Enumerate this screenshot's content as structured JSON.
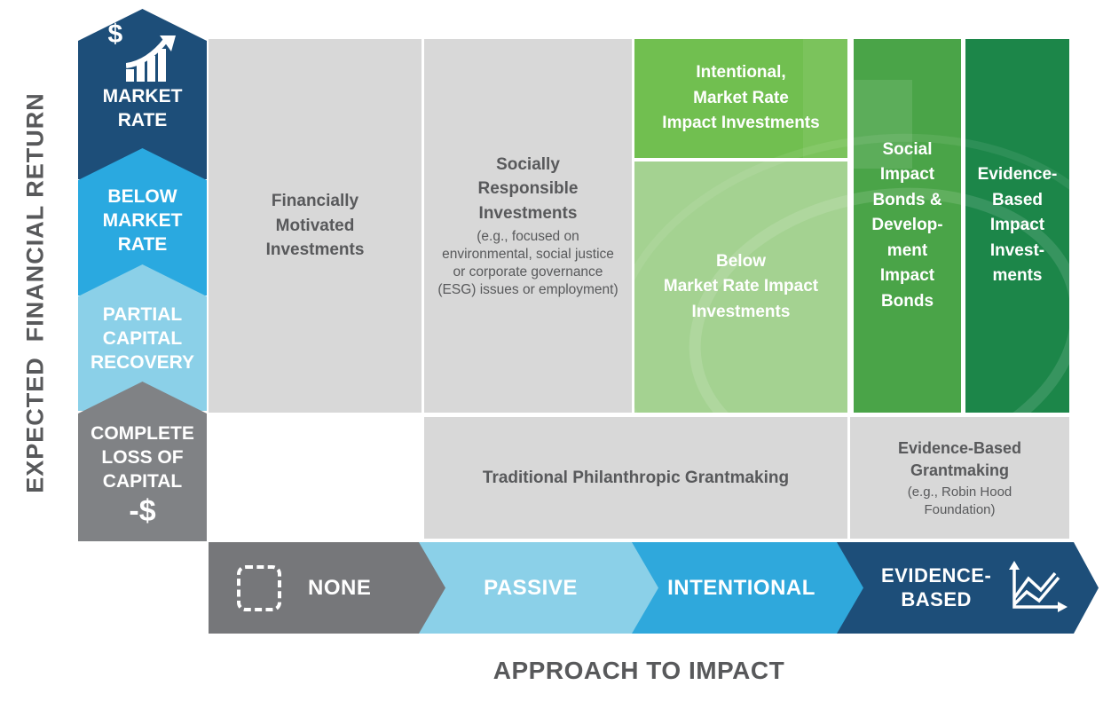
{
  "y_axis": {
    "title": "EXPECTED  FINANCIAL RETURN",
    "levels": [
      {
        "id": "market-rate",
        "label": "MARKET\nRATE",
        "icon": "dollar-growth-icon",
        "color": "#1d4e79"
      },
      {
        "id": "below-market-rate",
        "label": "BELOW\nMARKET\nRATE",
        "color": "#2aa9e0"
      },
      {
        "id": "partial-capital-recovery",
        "label": "PARTIAL\nCAPITAL\nRECOVERY",
        "color": "#8bd0e8"
      },
      {
        "id": "complete-loss-of-capital",
        "label": "COMPLETE\nLOSS OF\nCAPITAL",
        "suffix": "-$",
        "color": "#808285"
      }
    ]
  },
  "x_axis": {
    "title": "APPROACH TO IMPACT",
    "levels": [
      {
        "id": "none",
        "label": "NONE",
        "icon": "dashed-box-icon",
        "color": "#76777a"
      },
      {
        "id": "passive",
        "label": "PASSIVE",
        "color": "#8bd0e8"
      },
      {
        "id": "intentional",
        "label": "INTENTIONAL",
        "color": "#2fa8dc"
      },
      {
        "id": "evidence-based",
        "label": "EVIDENCE-\nBASED",
        "icon": "line-chart-icon",
        "color": "#1d4e79"
      }
    ]
  },
  "cells": {
    "financially_motivated": {
      "title": "Financially\nMotivated\nInvestments"
    },
    "socially_responsible": {
      "title": "Socially\nResponsible\nInvestments",
      "subtitle": "(e.g., focused on\nenvironmental, social justice\nor corporate governance\n(ESG) issues or employment)"
    },
    "intentional_market_rate": {
      "title": "Intentional,\nMarket Rate\nImpact Investments",
      "color": "#71bf50"
    },
    "below_market_rate": {
      "title": "Below\nMarket Rate Impact\nInvestments",
      "color": "#a4d291"
    },
    "social_impact_bonds": {
      "title": "Social\nImpact\nBonds &\nDevelop-\nment\nImpact\nBonds",
      "color": "#4aa448"
    },
    "evidence_based_impact": {
      "title": "Evidence-\nBased\nImpact\nInvest-\nments",
      "color": "#1c8649"
    },
    "traditional_grantmaking": {
      "title": "Traditional Philanthropic Grantmaking"
    },
    "evidence_based_grantmaking": {
      "title": "Evidence-Based\nGrantmaking",
      "subtitle": "(e.g., Robin Hood\nFoundation)"
    }
  },
  "colors": {
    "cell_gray": "#d8d8d8",
    "text_dark": "#58595b",
    "white": "#ffffff"
  }
}
